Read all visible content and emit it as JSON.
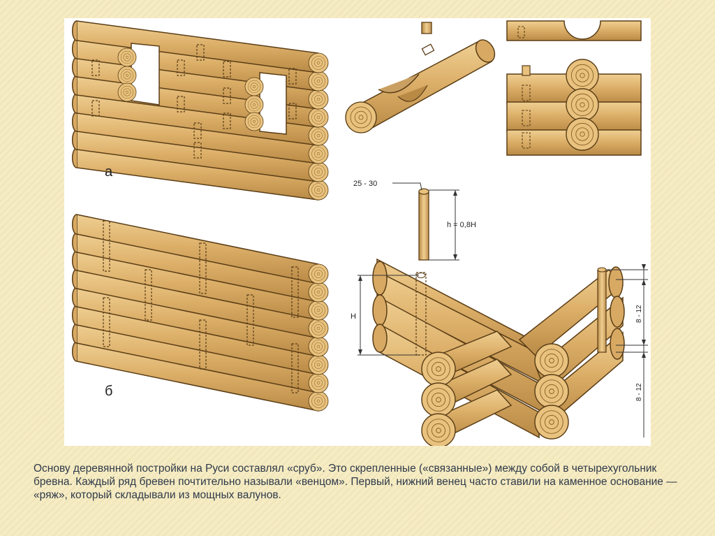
{
  "figure": {
    "labels": {
      "wall_a": "а",
      "wall_b": "б",
      "dowel_diameter": "25 - 30",
      "dowel_height": "h = 0,8H",
      "height": "H",
      "spacing_top": "8 - 12",
      "spacing_bottom": "8 - 12"
    }
  },
  "caption": "Основу деревянной постройки на Руси составлял «сруб». Это скрепленные («связанные») между собой в четырехугольник бревна. Каждый ряд бревен почтительно называли «венцом». Первый, нижний венец часто ставили на каменное основание — «ряж», который складывали из мощных валунов.",
  "colors": {
    "log_fill": "#ddb06a",
    "log_end": "#e8c27e",
    "log_outline": "#5a3d16",
    "background": "#f6ecc4"
  }
}
